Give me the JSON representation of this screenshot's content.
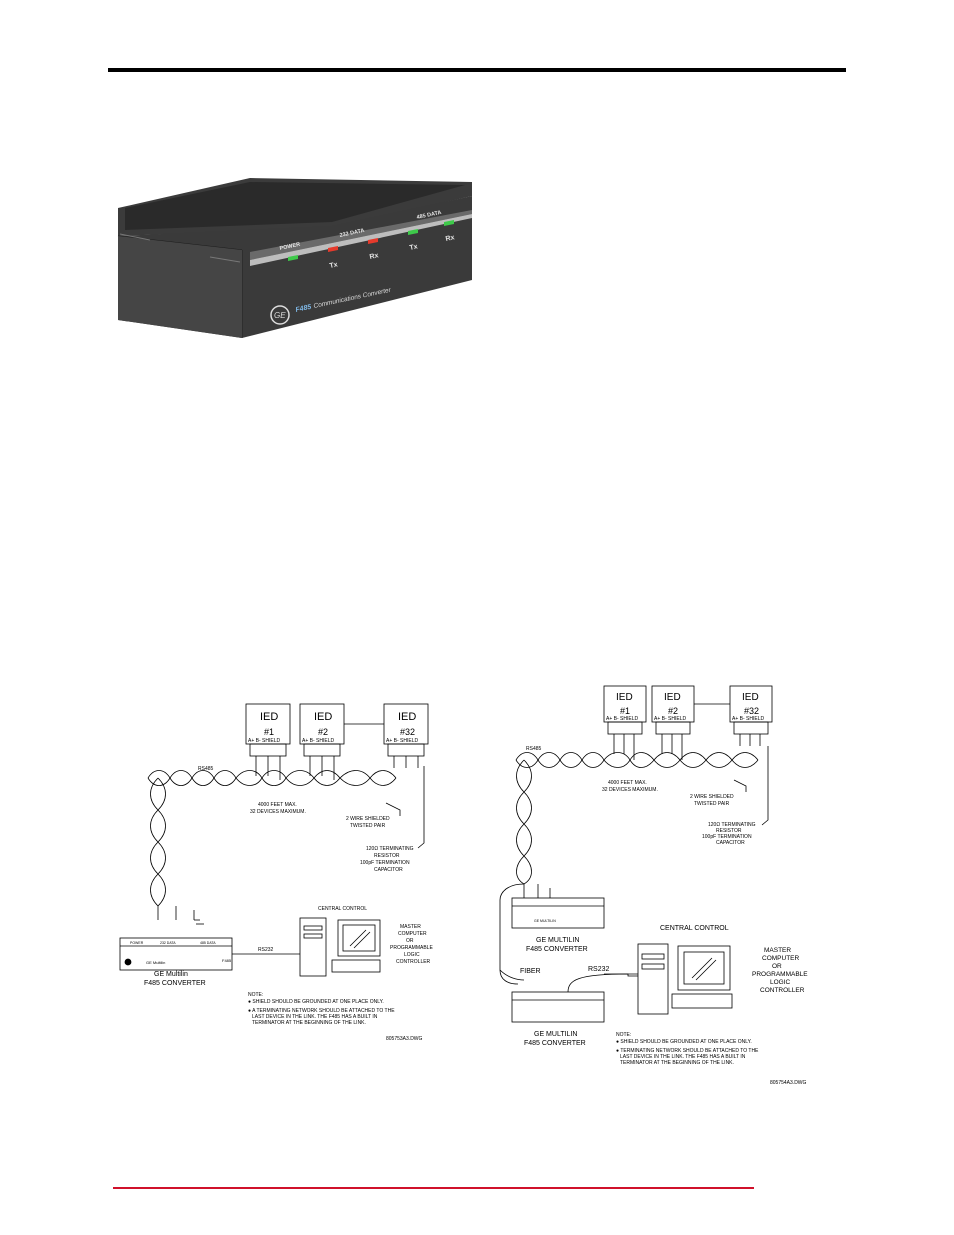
{
  "product": {
    "led_labels": {
      "power": "POWER",
      "data232": "232 DATA",
      "data485": "485 DATA",
      "tx1": "Tx",
      "rx1": "Rx",
      "tx2": "Tx",
      "rx2": "Rx"
    },
    "model": "F485",
    "name": "Communications Converter",
    "logo_text": "GE"
  },
  "diagram_a": {
    "ied1": [
      "IED",
      "#1"
    ],
    "ied2": [
      "IED",
      "#2"
    ],
    "ied32": [
      "IED",
      "#32"
    ],
    "terminals": "A+ B- SHIELD",
    "rs485": "RS485",
    "max_len": [
      "4000 FEET MAX.",
      "32 DEVICES MAXIMUM."
    ],
    "cable": [
      "2 WIRE SHIELDED",
      "TWISTED PAIR"
    ],
    "term": [
      "120Ω TERMINATING",
      "RESISTOR",
      "100pF TERMINATION",
      "CAPACITOR"
    ],
    "central": "CENTRAL CONTROL",
    "master": [
      "MASTER",
      "COMPUTER",
      "OR",
      "PROGRAMMABLE",
      "LOGIC",
      "CONTROLLER"
    ],
    "rs232": "RS232",
    "converter": [
      "GE  Multilin",
      "F485  CONVERTER"
    ],
    "panel_labels": {
      "power": "POWER",
      "d232": "232 DATA",
      "d485": "485 DATA",
      "model": "F485"
    },
    "note_title": "NOTE:",
    "notes": [
      "● SHIELD SHOULD BE GROUNDED AT ONE PLACE ONLY.",
      "● A TERMINATING NETWORK SHOULD BE ATTACHED TO THE",
      "LAST DEVICE IN THE LINK. THE F485 HAS A BUILT IN",
      "TERMINATOR AT THE BEGINNING OF THE LINK."
    ],
    "dwg": "805753A3.DWG"
  },
  "diagram_b": {
    "ied1": [
      "IED",
      "#1"
    ],
    "ied2": [
      "IED",
      "#2"
    ],
    "ied32": [
      "IED",
      "#32"
    ],
    "terminals": "A+ B- SHIELD",
    "rs485": "RS485",
    "max_len": [
      "4000 FEET MAX.",
      "32 DEVICES MAXIMUM."
    ],
    "cable": [
      "2 WIRE SHIELDED",
      "TWISTED PAIR"
    ],
    "term": [
      "120Ω TERMINATING",
      "RESISTOR",
      "100pF TERMINATION",
      "CAPACITOR"
    ],
    "converter1": [
      "GE  MULTILIN",
      "F485  CONVERTER"
    ],
    "fiber": "FIBER",
    "rs232": "RS232",
    "central": "CENTRAL CONTROL",
    "master": [
      "MASTER",
      "COMPUTER",
      "OR",
      "PROGRAMMABLE",
      "LOGIC",
      "CONTROLLER"
    ],
    "converter2": [
      "GE  MULTILIN",
      "F485  CONVERTER"
    ],
    "note_title": "NOTE:",
    "notes": [
      "● SHIELD SHOULD BE GROUNDED AT ONE PLACE ONLY.",
      "● TERMINATING NETWORK SHOULD BE ATTACHED TO THE",
      "LAST DEVICE IN THE LINK. THE F485 HAS A BUILT IN",
      "TERMINATOR AT THE BEGINNING OF THE LINK."
    ],
    "dwg": "805754A3.DWG"
  }
}
